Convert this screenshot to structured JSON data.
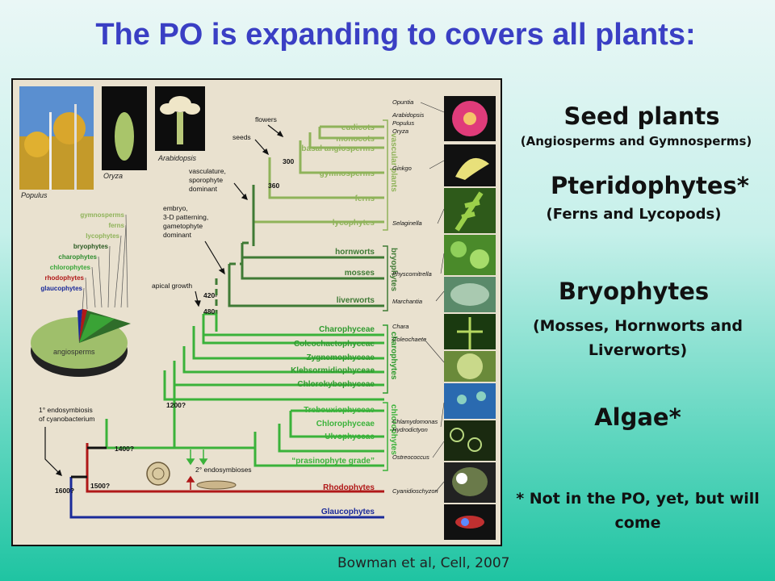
{
  "slide": {
    "title": "The PO is expanding to covers all plants:",
    "citation": "Bowman et al, Cell, 2007"
  },
  "right_panel": {
    "seed_title": "Seed plants",
    "seed_sub": "(Angiosperms and Gymnosperms)",
    "pter_title": "Pteridophytes*",
    "pter_sub": "(Ferns and Lycopods)",
    "bryo_title": "Bryophytes",
    "bryo_sub1": "(Mosses, Hornworts and",
    "bryo_sub2": "Liverworts)",
    "algae_title": "Algae*",
    "note1": "* Not in the PO, yet, but will",
    "note2": "come"
  },
  "figure": {
    "photo_labels": {
      "populus": "Populus",
      "oryza": "Oryza",
      "arabidopsis": "Arabidopsis"
    },
    "pie_labels": [
      "gymnosperms",
      "ferns",
      "lycophytes",
      "bryophytes",
      "charophytes",
      "chlorophytes",
      "rhodophytes",
      "glaucophytes"
    ],
    "pie_main": "angiosperms",
    "taxa": {
      "eudicots": "eudicots",
      "monocots": "monocots",
      "basal": "basal angiosperms",
      "gymnosperms": "gymnosperms",
      "ferns": "ferns",
      "lycophytes": "lycophytes",
      "hornworts": "hornworts",
      "mosses": "mosses",
      "liverworts": "liverworts",
      "charo": "Charophyceae",
      "coleo": "Coleochaetophyceae",
      "zygne": "Zygnemophyceae",
      "klebs": "Klebsormidiophyceae",
      "chloroky": "Chlorokybophyceae",
      "trebo": "Trebouxiophyceae",
      "chlorophy": "Chlorophyceae",
      "ulvo": "Ulvophyceae",
      "prasino": "“prasinophyte grade”",
      "rhodo": "Rhodophytes",
      "glauco": "Glaucophytes"
    },
    "groups": {
      "vascular": "vascular plants",
      "bryophytes": "bryophytes",
      "charophytes": "charophytes",
      "chlorophytes": "chlorophytes"
    },
    "events": {
      "flowers": "flowers",
      "seeds": "seeds",
      "vasc1": "vasculature,",
      "vasc2": "sporophyte",
      "vasc3": "dominant",
      "emb1": "embryo,",
      "emb2": "3-D patterning,",
      "emb3": "gametophyte",
      "emb4": "dominant",
      "apical": "apical growth",
      "endo1": "1° endosymbiosis",
      "endo2": "of cyanobacterium",
      "endo3": "2° endosymbioses"
    },
    "times": {
      "t300": "300",
      "t360": "360",
      "t420": "420-",
      "t480": "480",
      "t1200": "1200?",
      "t1400": "1400?",
      "t1500": "1500?",
      "t1600": "1600?"
    },
    "species": [
      "Opuntia",
      "Arabidopsis",
      "Populus",
      "Oryza",
      "Ginkgo",
      "Selaginella",
      "Physcomitrella",
      "Marchantia",
      "Chara",
      "Coleochaete",
      "Chlamydomonas",
      "Hydrodictyon",
      "Ostreococcus",
      "Cyanidioschyzon"
    ]
  },
  "colors": {
    "title": "#3a3fc4",
    "land": "#8fb35a",
    "bryo": "#3f7a35",
    "green": "#3ab23a",
    "red": "#b01818",
    "blue": "#1a2a9a"
  }
}
